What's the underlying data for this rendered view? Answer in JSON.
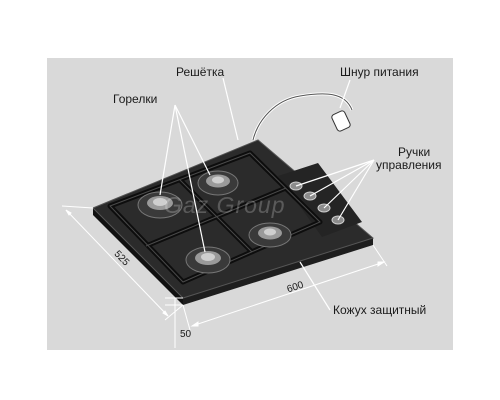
{
  "labels": {
    "grate": "Решётка",
    "burners": "Горелки",
    "cord": "Шнур питания",
    "knobs_line1": "Ручки",
    "knobs_line2": "управления",
    "cover": "Кожух защитный"
  },
  "dimensions": {
    "depth": "525",
    "width": "600",
    "height": "50"
  },
  "watermark": "Gaz Group",
  "colors": {
    "panel_bg": "#d9d9d9",
    "hob_top": "#2a2a2a",
    "hob_side": "#161616",
    "leader": "#ffffff",
    "burner": "#9a9a9a"
  }
}
